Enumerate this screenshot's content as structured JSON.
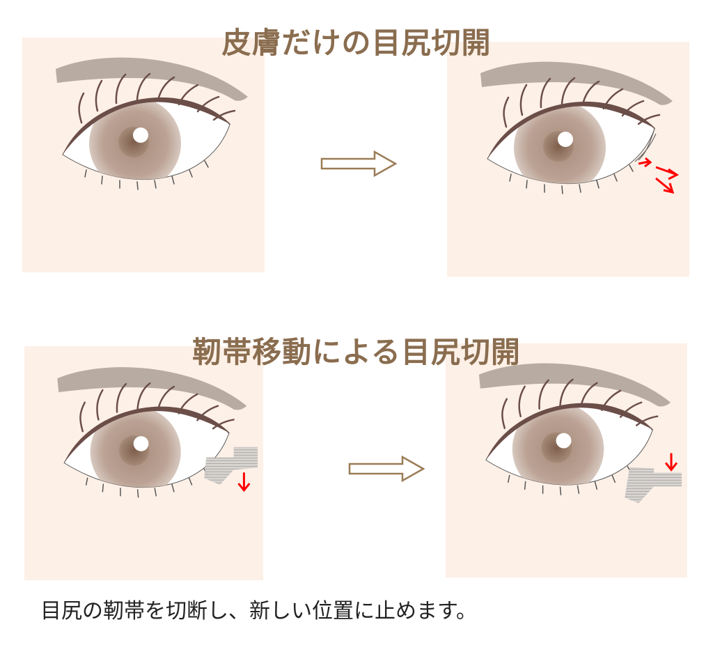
{
  "sections": [
    {
      "title": "皮膚だけの目尻切開"
    },
    {
      "title": "靭帯移動による目尻切開"
    }
  ],
  "caption": "目尻の靭帯を切断し、新しい位置に止めます。",
  "colors": {
    "panel_bg": "#fdf0e7",
    "title": "#8a6d4f",
    "eyeliner": "#6b4e48",
    "brow": "#b8aca2",
    "iris": "#b49a8c",
    "pupil": "#8a6a55",
    "red_arrow": "#ff0000",
    "transition_arrow": "#9a7b55"
  },
  "icons": {
    "transition": "hollow-right-arrow",
    "skin_extension": "red-diverging-arrows",
    "ligament_move": "red-down-arrow"
  }
}
